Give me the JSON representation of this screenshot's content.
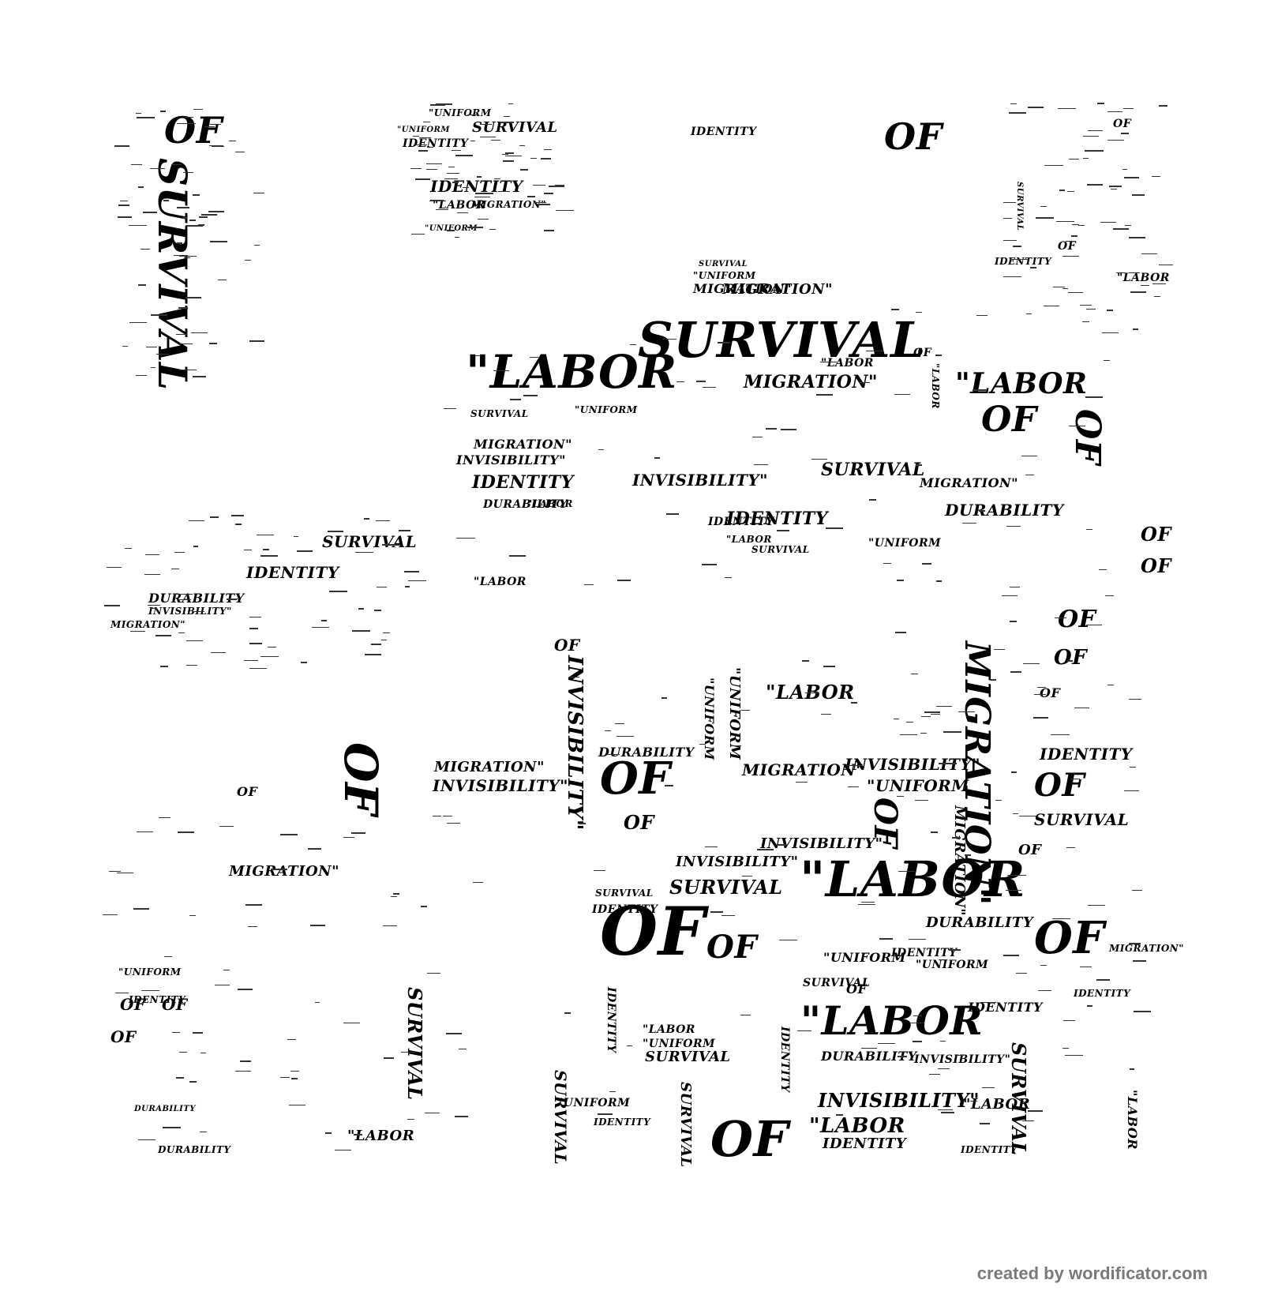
{
  "words": [
    "\"LABOR",
    "SURVIVAL",
    "OF",
    "MIGRATION\"",
    "IDENTITY",
    "INVISIBILITY\"",
    "DURABILITY",
    "\"UNIFORM"
  ],
  "credit": "created by wordificator.com",
  "colors": {
    "text": "#000000",
    "background": "#ffffff",
    "credit": "#7a7a7a"
  }
}
